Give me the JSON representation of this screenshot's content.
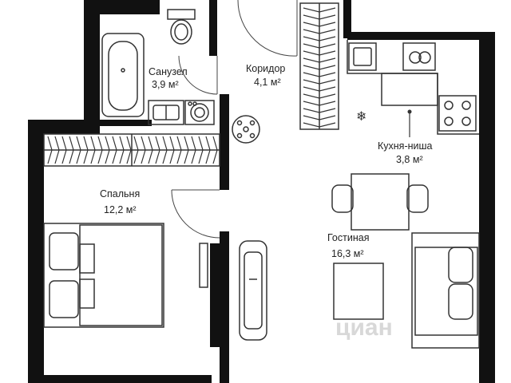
{
  "plan": {
    "rooms": [
      {
        "id": "bathroom",
        "name": "Санузел",
        "area": "3,9 м²"
      },
      {
        "id": "corridor",
        "name": "Коридор",
        "area": "4,1 м²"
      },
      {
        "id": "kitchen",
        "name": "Кухня-ниша",
        "area": "3,8 м²"
      },
      {
        "id": "bedroom",
        "name": "Спальня",
        "area": "12,2 м²"
      },
      {
        "id": "living",
        "name": "Гостиная",
        "area": "16,3 м²"
      }
    ],
    "watermark": "циан"
  },
  "colors": {
    "wall": "#111111",
    "line": "#333333",
    "background": "#ffffff"
  }
}
